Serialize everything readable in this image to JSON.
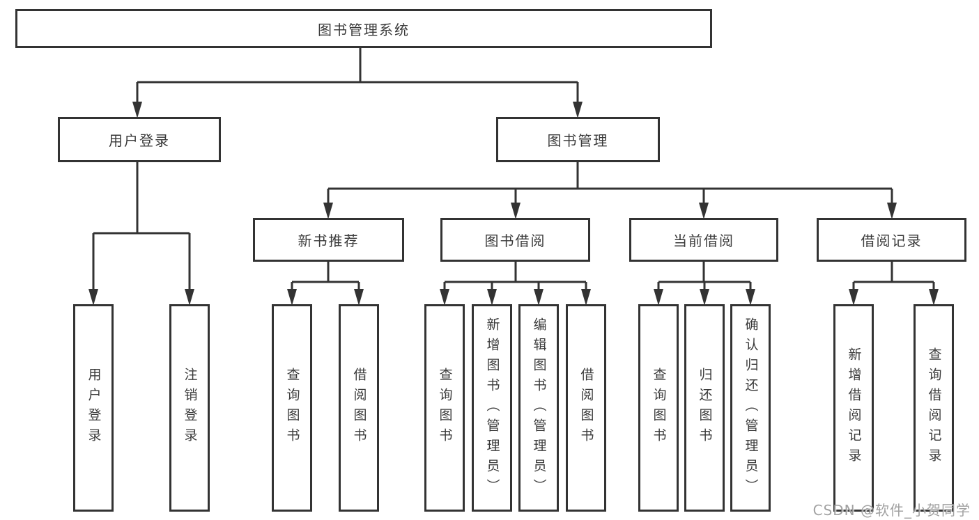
{
  "tree": {
    "root": {
      "label": "图书管理系统"
    },
    "level2": [
      {
        "label": "用户登录",
        "children": [
          {
            "label": "用户登录"
          },
          {
            "label": "注销登录"
          }
        ]
      },
      {
        "label": "图书管理",
        "children": [
          {
            "label": "新书推荐",
            "children": [
              {
                "label": "查询图书"
              },
              {
                "label": "借阅图书"
              }
            ]
          },
          {
            "label": "图书借阅",
            "children": [
              {
                "label": "查询图书"
              },
              {
                "label": "新增图书（管理员）"
              },
              {
                "label": "编辑图书（管理员）"
              },
              {
                "label": "借阅图书"
              }
            ]
          },
          {
            "label": "当前借阅",
            "children": [
              {
                "label": "查询图书"
              },
              {
                "label": "归还图书"
              },
              {
                "label": "确认归还（管理员）"
              }
            ]
          },
          {
            "label": "借阅记录",
            "children": [
              {
                "label": "新增借阅记录"
              },
              {
                "label": "查询借阅记录"
              }
            ]
          }
        ]
      }
    ]
  },
  "watermark": {
    "text": "CSDN @软件_小贺同学"
  },
  "colors": {
    "line": "#333333",
    "text": "#3a3a3a",
    "watermark": "#949494",
    "background": "#ffffff"
  }
}
